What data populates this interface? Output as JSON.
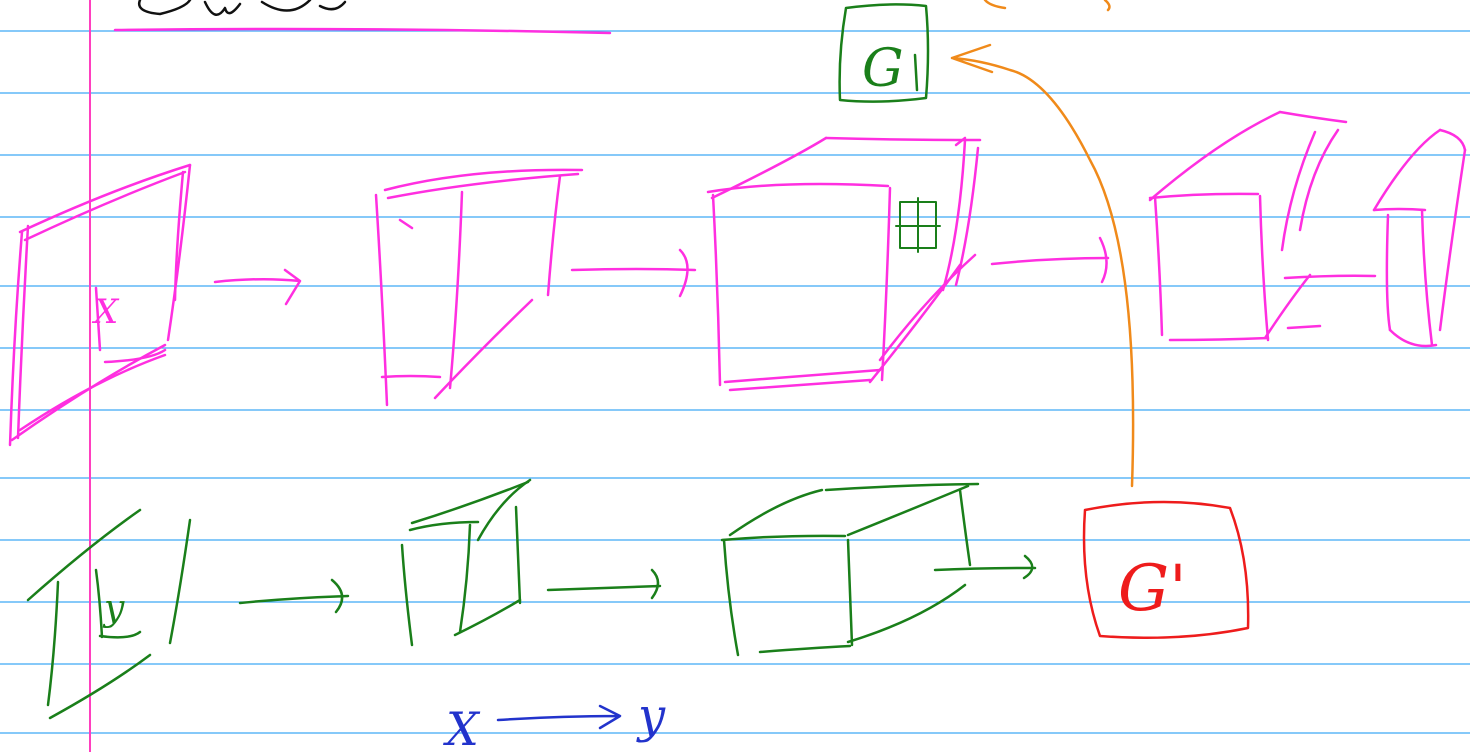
{
  "colors": {
    "paper": "#ffffff",
    "rule": "#3fa9f5",
    "margin": "#ff3fbf",
    "pink_ink": "#ff2fe0",
    "green_ink": "#1a7f1a",
    "orange_ink": "#f08a1a",
    "red_ink": "#ee1c1c",
    "blue_ink": "#2233cc"
  },
  "labels": {
    "input_x": "X",
    "input_y": "y",
    "gram_g": "G",
    "gram_g_prime": "G'",
    "mapping_x": "X",
    "mapping_y": "y"
  },
  "icons": {
    "arrow": "right-arrow",
    "orange_link": "curved-arrow"
  }
}
